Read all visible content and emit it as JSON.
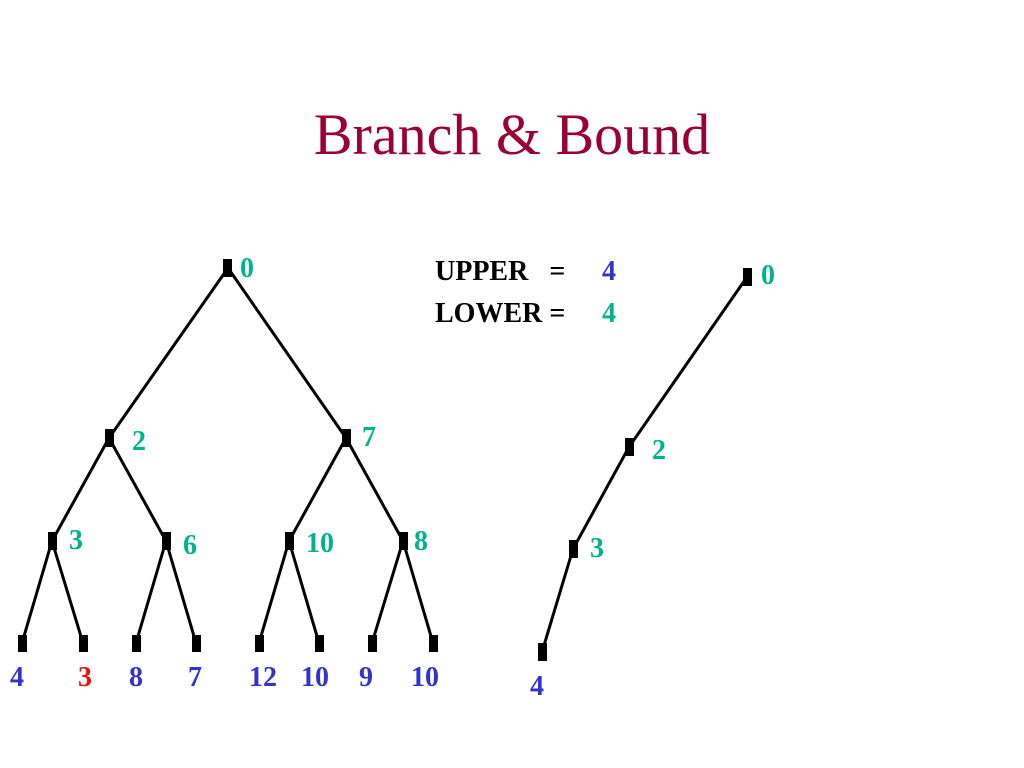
{
  "title": "Branch & Bound",
  "colors": {
    "title": "#990033",
    "inner_value": "#00b38f",
    "leaf_value": "#3333cc",
    "best_leaf": "#ee1111",
    "bound_label": "#000000",
    "upper_value": "#3333cc",
    "lower_value": "#00b38f"
  },
  "bounds": {
    "upper_label": "UPPER   =",
    "upper_value": "4",
    "lower_label": "LOWER =",
    "lower_value": "4"
  },
  "full_tree": {
    "root": "0",
    "level1": [
      "2",
      "7"
    ],
    "level2": [
      "3",
      "6",
      "10",
      "8"
    ],
    "leaves": [
      "4",
      "3",
      "8",
      "7",
      "12",
      "10",
      "9",
      "10"
    ],
    "best_leaf": "3"
  },
  "path_tree": {
    "nodes": [
      "0",
      "2",
      "3"
    ],
    "leaf": "4"
  }
}
